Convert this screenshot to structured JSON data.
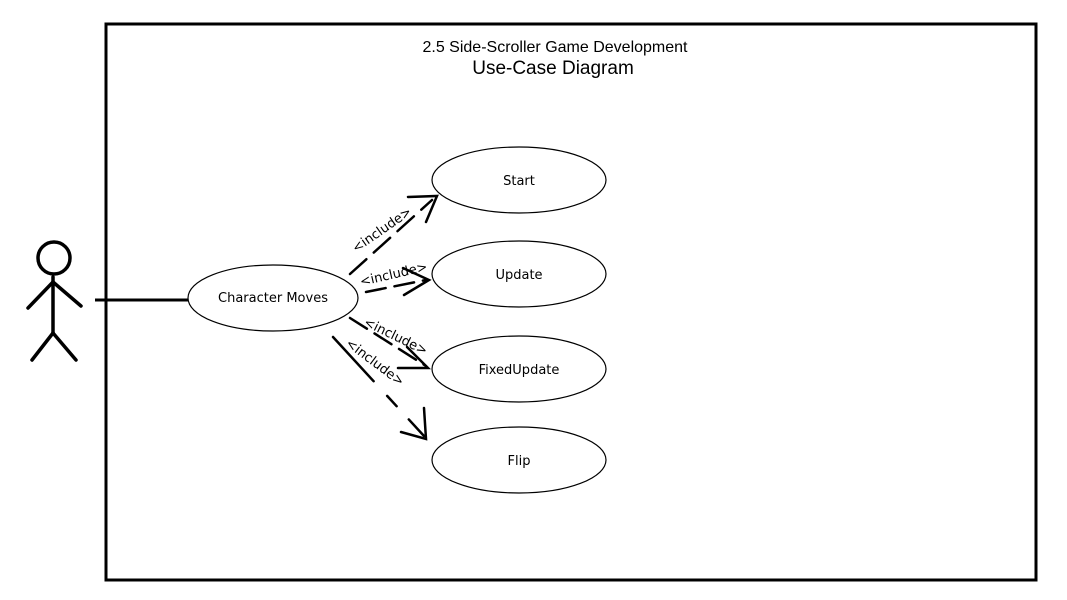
{
  "diagram": {
    "subtitle": "2.5 Side-Scroller Game Development",
    "title": "Use-Case Diagram",
    "actor": {
      "label": ""
    },
    "main_use_case": "Character Moves",
    "use_cases": [
      "Start",
      "Update",
      "FixedUpdate",
      "Flip"
    ],
    "relationships": [
      {
        "from": "Character Moves",
        "to": "Start",
        "label": "<include>"
      },
      {
        "from": "Character Moves",
        "to": "Update",
        "label": "<include>"
      },
      {
        "from": "Character Moves",
        "to": "FixedUpdate",
        "label": "<include>"
      },
      {
        "from": "Character Moves",
        "to": "Flip",
        "label": "<include>"
      }
    ]
  }
}
